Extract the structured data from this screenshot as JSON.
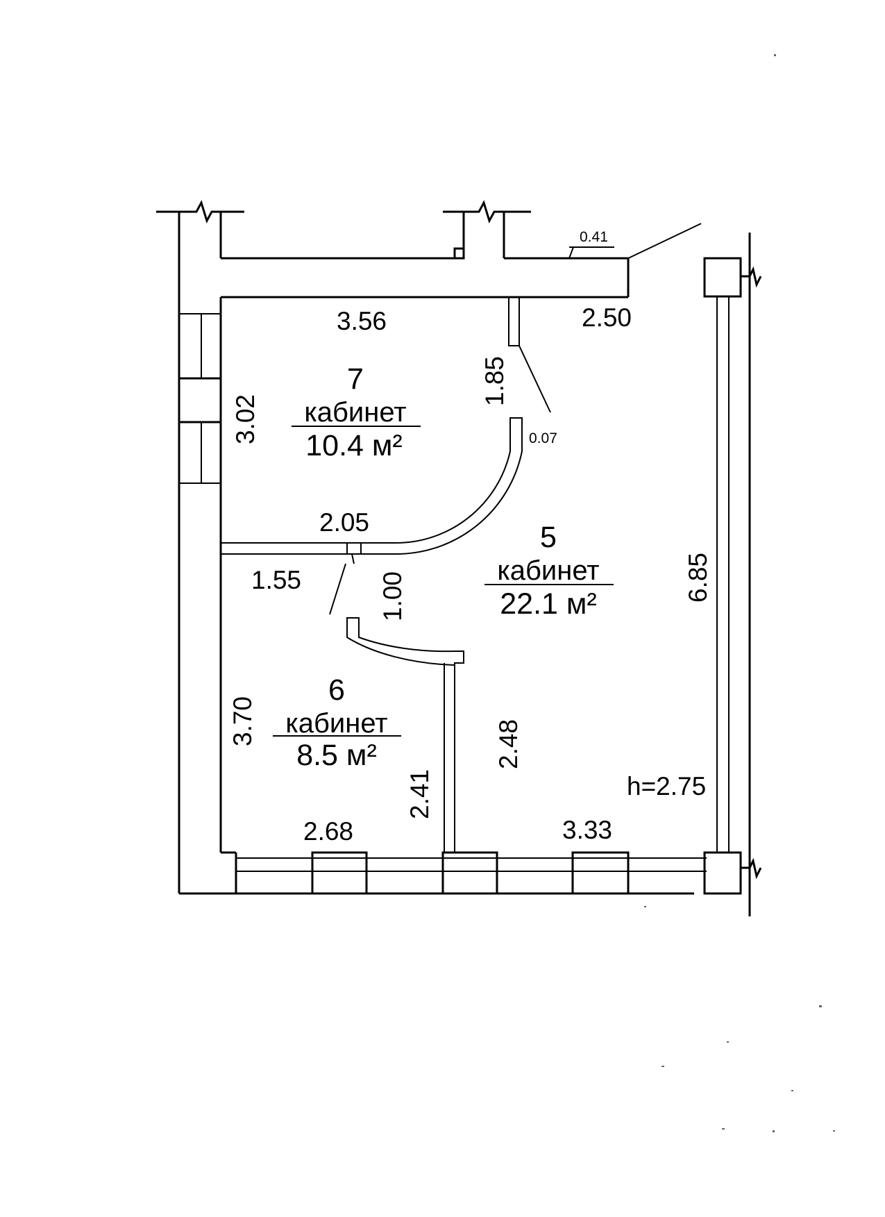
{
  "rooms": [
    {
      "number": "7",
      "name": "кабинет",
      "area": "10.4 м²"
    },
    {
      "number": "5",
      "name": "кабинет",
      "area": "22.1 м²"
    },
    {
      "number": "6",
      "name": "кабинет",
      "area": "8.5 м²"
    }
  ],
  "dimensions": {
    "room7_width": "3.56",
    "room7_height": "3.02",
    "top_right_width": "2.50",
    "wall_thickness": "0.41",
    "door_jamb_height": "1.85",
    "door_gap": "0.07",
    "partition_width": "2.05",
    "room6_top_width": "1.55",
    "door_width": "1.00",
    "room5_height": "6.85",
    "room6_height": "3.70",
    "partition_height": "2.48",
    "partition_segment": "2.41",
    "room6_bottom_width": "2.68",
    "room5_bottom_width": "3.33",
    "ceiling_height": "h=2.75"
  }
}
